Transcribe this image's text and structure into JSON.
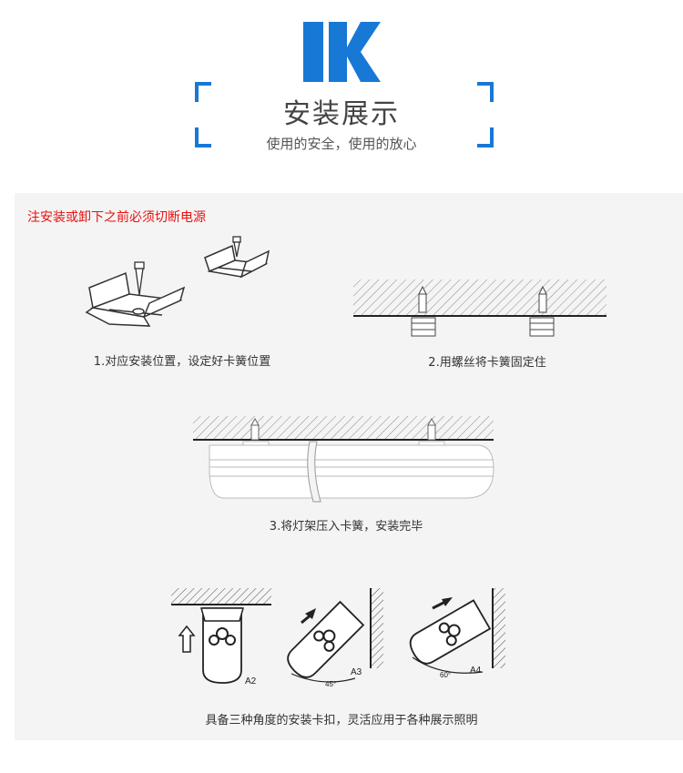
{
  "header": {
    "logo_text": "IK",
    "title": "安装展示",
    "subtitle": "使用的安全，使用的放心"
  },
  "panel": {
    "warning": "注安装或卸下之前必须切断电源",
    "steps": [
      {
        "caption": "1.对应安装位置，设定好卡簧位置"
      },
      {
        "caption": "2.用螺丝将卡簧固定住"
      },
      {
        "caption": "3.将灯架压入卡簧，安装完毕"
      }
    ],
    "angles": {
      "labels": [
        "A2",
        "A3",
        "A4"
      ],
      "angle_marks": [
        "45°",
        "60°"
      ],
      "caption": "具备三种角度的安装卡扣，灵活应用于各种展示照明"
    }
  },
  "colors": {
    "brand_blue": "#1778d6",
    "warning_red": "#e8110e",
    "panel_bg": "#f4f4f4"
  }
}
